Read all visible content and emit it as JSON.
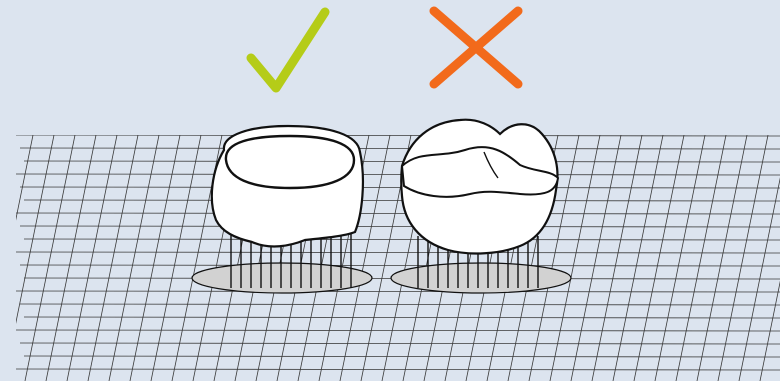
{
  "colors": {
    "background": "#dce4ef",
    "grid_line": "#3a3a3a",
    "check_mark": "#b5cc18",
    "cross_mark": "#f26a1b",
    "object_fill": "#ffffff",
    "object_outline": "#111111",
    "shadow": "#d2d2d2"
  },
  "icons": {
    "correct": "check-mark-icon",
    "incorrect": "cross-mark-icon"
  },
  "examples": [
    {
      "id": "correct-example",
      "verdict": "correct",
      "shape": "shell-with-open-top-on-supports"
    },
    {
      "id": "incorrect-example",
      "verdict": "incorrect",
      "shape": "domed-shell-on-supports"
    }
  ]
}
